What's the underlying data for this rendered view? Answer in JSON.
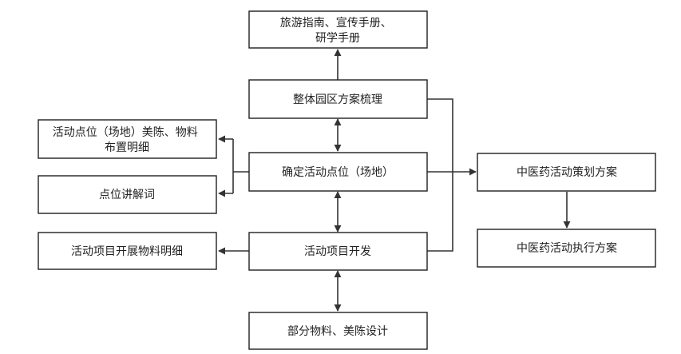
{
  "nodes": {
    "guide_manuals": {
      "lines": [
        "旅游指南、宣传手册、",
        "研学手册"
      ]
    },
    "park_plan": {
      "lines": [
        "整体园区方案梳理"
      ]
    },
    "site_materials": {
      "lines": [
        "活动点位（场地）美陈、物料",
        "布置明细"
      ]
    },
    "site_commentary": {
      "lines": [
        "点位讲解词"
      ]
    },
    "confirm_sites": {
      "lines": [
        "确定活动点位（场地）"
      ]
    },
    "project_materials": {
      "lines": [
        "活动项目开展物料明细"
      ]
    },
    "project_dev": {
      "lines": [
        "活动项目开发"
      ]
    },
    "partial_design": {
      "lines": [
        "部分物料、美陈设计"
      ]
    },
    "tcm_plan": {
      "lines": [
        "中医药活动策划方案"
      ]
    },
    "tcm_exec": {
      "lines": [
        "中医药活动执行方案"
      ]
    }
  }
}
